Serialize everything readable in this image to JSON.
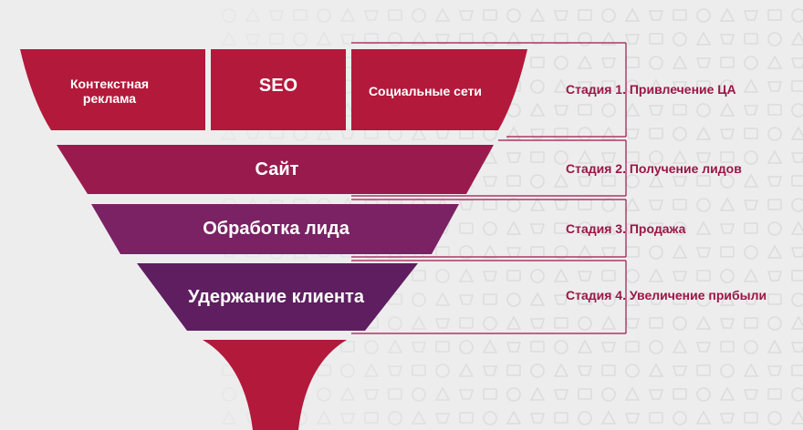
{
  "colors": {
    "background": "#ededed",
    "pattern": "#dcdcdc",
    "top_tier": "#b3193b",
    "tier_site": "#991b4e",
    "tier_lead": "#7a2263",
    "tier_retention": "#5e1e60",
    "spout": "#b3193b",
    "bracket_line": "#a0154a",
    "stage_text": "#9a1746"
  },
  "funnel": {
    "top_boxes": [
      {
        "label": "Контекстная реклама"
      },
      {
        "label": "SEO"
      },
      {
        "label": "Социальные сети"
      }
    ],
    "site": {
      "label": "Сайт"
    },
    "lead": {
      "label": "Обработка лида"
    },
    "retention": {
      "label": "Удержание клиента"
    }
  },
  "stages": [
    {
      "label": "Стадия 1. Привлечение ЦА"
    },
    {
      "label": "Стадия 2. Получение лидов"
    },
    {
      "label": "Стадия 3. Продажа"
    },
    {
      "label": "Стадия 4. Увеличение прибыли"
    }
  ],
  "icons": [
    "pattern-marketing-icons"
  ]
}
